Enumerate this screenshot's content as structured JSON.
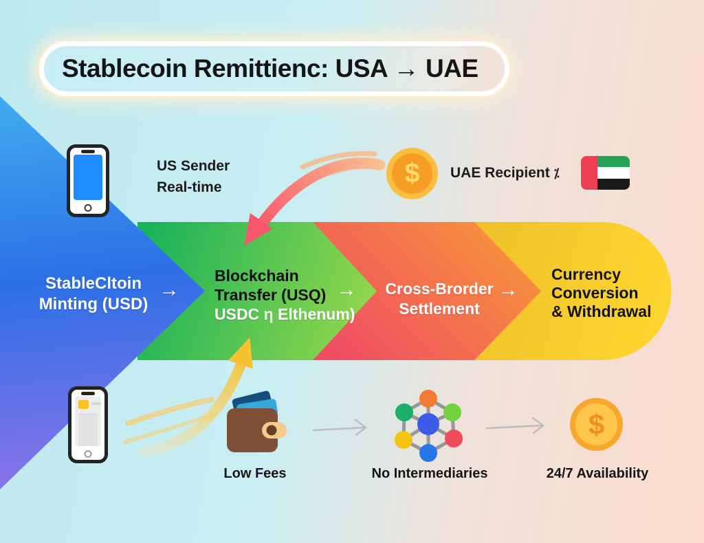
{
  "title": {
    "text": "Stablecoin Remittienc: USA → UAE"
  },
  "sender": {
    "line1": "US Sender",
    "line2": "Real-time"
  },
  "recipient": {
    "label": "UAE Recipient",
    "glyph": "⁒"
  },
  "flow": {
    "connector": "→",
    "steps": [
      {
        "line1": "StableCltoin",
        "line2": "Minting (USD)"
      },
      {
        "line1": "Blockchain",
        "line2": "Transfer (USQ)",
        "line3": "USDC η Elthenum)"
      },
      {
        "line1": "Cross-Brorder",
        "line2": "Settlement"
      },
      {
        "line1": "Currency",
        "line2": "Conversion",
        "line3": "& Withdrawal"
      }
    ]
  },
  "benefits": [
    {
      "label": "Low Fees"
    },
    {
      "label": "No Intermediaries"
    },
    {
      "label": "24/7 Availability"
    }
  ],
  "icons": {
    "sender_phone": "smartphone",
    "recipient_coin": "dollar-coin",
    "wallet": "wallet",
    "network": "decentralized-network",
    "availability_coin": "dollar-coin",
    "uae_flag": "uae-flag"
  },
  "colors": {
    "step_blue": "#2E6FE6",
    "step_green": "#2DBE5F",
    "step_red": "#F25A60",
    "step_yellow": "#FFD12E",
    "coin_gold": "#F5A623",
    "flag_red": "#EF3F52",
    "flag_green": "#23A455",
    "background_left": "#BDE9F0",
    "background_right": "#FBDCCC"
  }
}
